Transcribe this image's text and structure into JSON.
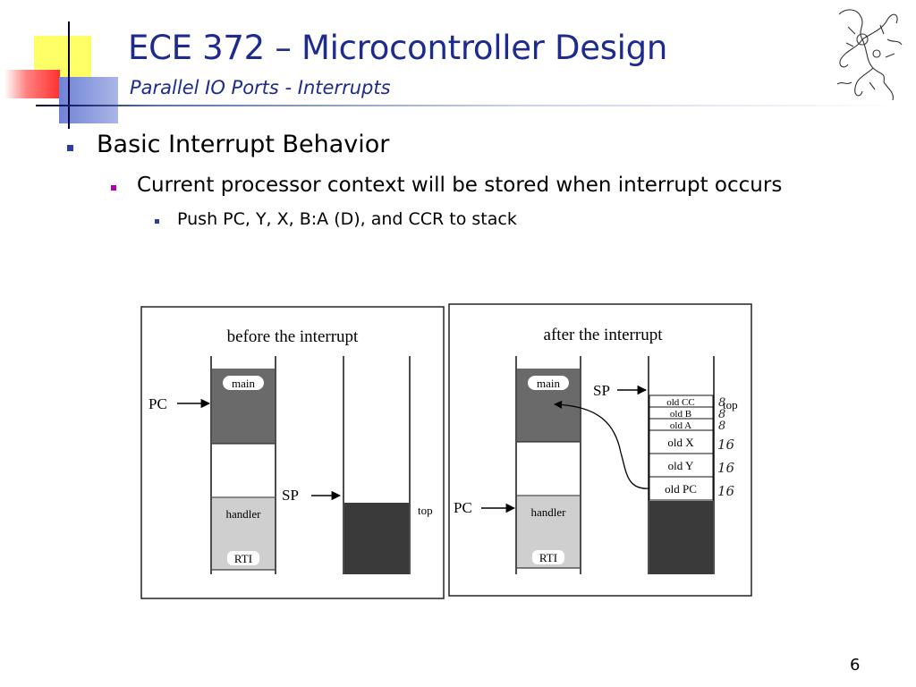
{
  "header": {
    "title": "ECE 372 – Microcontroller Design",
    "subtitle": "Parallel IO Ports - Interrupts"
  },
  "bullets": {
    "level1": "Basic Interrupt Behavior",
    "level2": "Current processor context will be stored when interrupt occurs",
    "level3": "Push PC, Y, X, B:A (D), and CCR to stack"
  },
  "figure": {
    "before": {
      "caption": "before the interrupt",
      "main_label": "main",
      "handler_label": "handler",
      "rti_label": "RTI",
      "pc_label": "PC",
      "sp_label": "SP",
      "top_label": "top"
    },
    "after": {
      "caption": "after the interrupt",
      "main_label": "main",
      "handler_label": "handler",
      "rti_label": "RTI",
      "pc_label": "PC",
      "sp_label": "SP",
      "top_label": "top",
      "stack_cells": [
        "old CC",
        "old B",
        "old A",
        "old X",
        "old Y",
        "old PC"
      ],
      "bit_annotations": [
        "8",
        "8",
        "8",
        "16",
        "16",
        "16"
      ]
    }
  },
  "footer": {
    "page_number": "6"
  },
  "colors": {
    "title": "#1c2b8c",
    "main_block": "#6a6a6a",
    "handler_block": "#cfcfcf",
    "stack_dark": "#3a3a3a"
  }
}
